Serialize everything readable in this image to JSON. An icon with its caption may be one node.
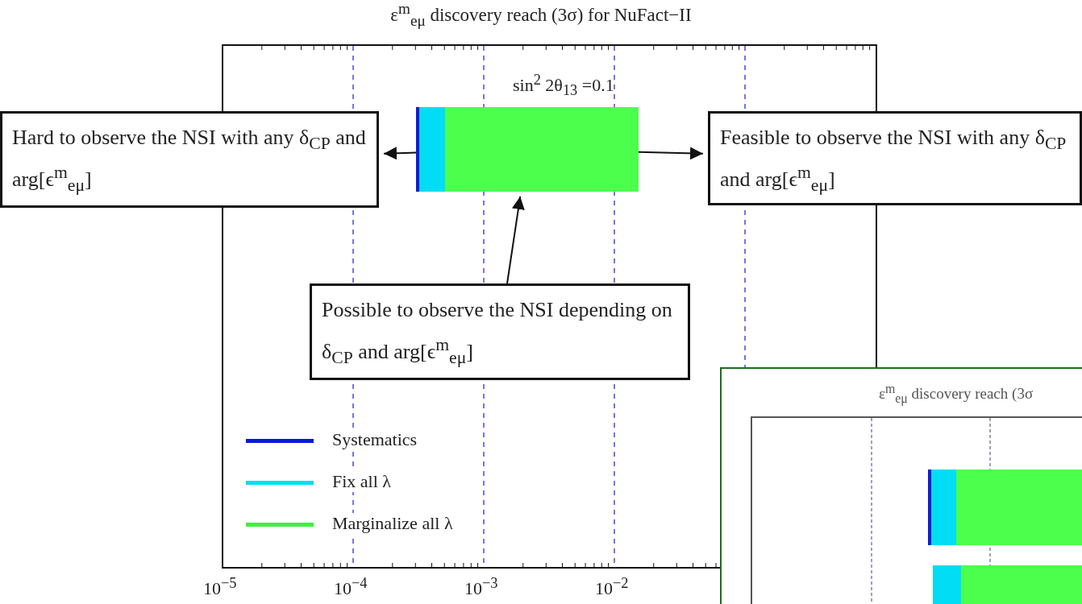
{
  "diagram": {
    "title": "ε$^{m}$$_{eμ}$ discovery reach (3σ) for NuFact−II",
    "nodes": [
      {
        "text": [
          "Hard to observe the NSI with any δ$_{CP}$ and arg[ϵ$^{m}$$_{eμ}$]"
        ]
      },
      {
        "text": [],
        "shape": "bar",
        "beside": [
          "sin$^{2}$ 2θ$_{13}$ =0.1"
        ]
      },
      {
        "text": [
          "Feasible to observe the NSI with any δ$_{CP}$ and arg[ϵ$^{m}$$_{eμ}$]"
        ]
      },
      {
        "text": [
          "Possible to observe the NSI depending on δ$_{CP}$ and arg[ϵ$^{m}$$_{eμ}$]"
        ]
      }
    ],
    "edges": [
      {
        "from": 1,
        "to": 0,
        "arrow": "to"
      },
      {
        "from": 1,
        "to": 2,
        "arrow": "to"
      },
      {
        "from": 3,
        "to": 1,
        "arrow": "to"
      }
    ],
    "labels": [
      "10$^{−5}$",
      "10$^{−4}$",
      "10$^{−3}$",
      "10$^{−2}$",
      "ε$^{m}$$_{eμ}$ discovery reach (3σ"
    ],
    "legend": [
      {
        "text": "Systematics"
      },
      {
        "text": "Fix all λ"
      },
      {
        "text": "Marginalize all λ"
      }
    ]
  }
}
